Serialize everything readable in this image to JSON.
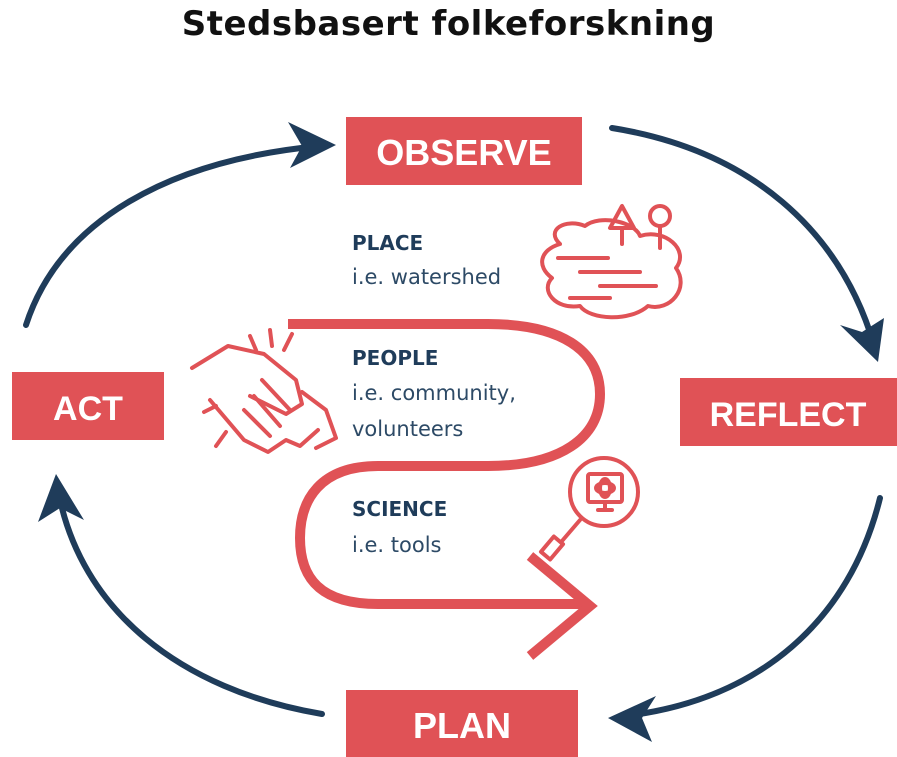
{
  "title": "Stedsbasert folkeforskning",
  "colors": {
    "red": "#e05256",
    "navy": "#1f3c5a",
    "text": "#2d4a66"
  },
  "cycle": {
    "observe": "OBSERVE",
    "reflect": "REFLECT",
    "plan": "PLAN",
    "act": "ACT"
  },
  "items": {
    "place": {
      "title": "PLACE",
      "sub": "i.e. watershed",
      "icon": "map-pin-icon"
    },
    "people": {
      "title": "PEOPLE",
      "sub1": "i.e. community,",
      "sub2": "volunteers",
      "icon": "handshake-icon"
    },
    "science": {
      "title": "SCIENCE",
      "sub": "i.e. tools",
      "icon": "magnifier-icon"
    }
  }
}
